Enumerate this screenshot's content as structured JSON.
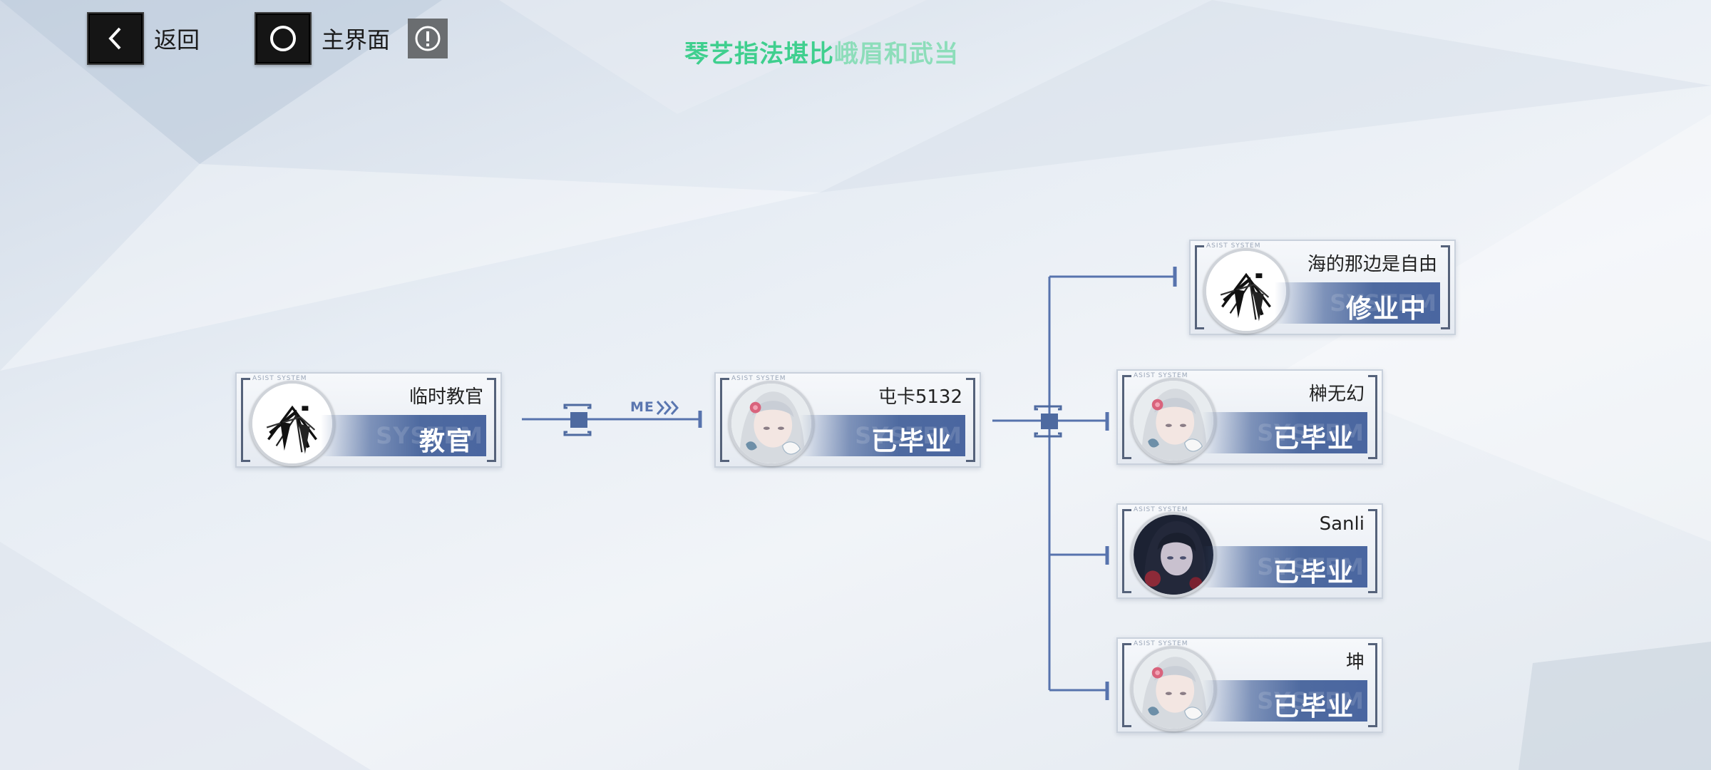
{
  "header": {
    "back_label": "返回",
    "home_label": "主界面",
    "banner_main": "琴艺指法堪比",
    "banner_faded": "峨眉和武当"
  },
  "icons": {
    "back": "chevron-left-icon",
    "home": "circle-icon",
    "info": "exclamation-icon"
  },
  "tree": {
    "me_tag": "ME",
    "mentor": {
      "asist_text": "ASIST SYSTEM",
      "name": "临时教官",
      "status": "教官",
      "status_ghost": "SYSTEM",
      "avatar": "emblem-logo"
    },
    "self": {
      "asist_text": "ASIST SYSTEM",
      "name": "屯卡5132",
      "status": "已毕业",
      "status_ghost": "SYSTEM",
      "avatar": "white-hair-girl-portrait"
    },
    "students": [
      {
        "asist_text": "ASIST SYSTEM",
        "name": "海的那边是自由",
        "status": "修业中",
        "status_ghost": "SYSTEM",
        "avatar": "emblem-logo"
      },
      {
        "asist_text": "ASIST SYSTEM",
        "name": "榊无幻",
        "status": "已毕业",
        "status_ghost": "SYSTEM",
        "avatar": "white-hair-girl-portrait"
      },
      {
        "asist_text": "ASIST SYSTEM",
        "name": "Sanli",
        "status": "已毕业",
        "status_ghost": "SYSTEM",
        "avatar": "dark-hair-girl-portrait"
      },
      {
        "asist_text": "ASIST SYSTEM",
        "name": "坤",
        "status": "已毕业",
        "status_ghost": "SYSTEM",
        "avatar": "white-hair-girl-portrait"
      }
    ]
  },
  "colors": {
    "status_bar": "#4e6aa0",
    "connector": "#5773ad",
    "banner": "#3fcf8e",
    "nav_icon_bg": "#151515"
  }
}
